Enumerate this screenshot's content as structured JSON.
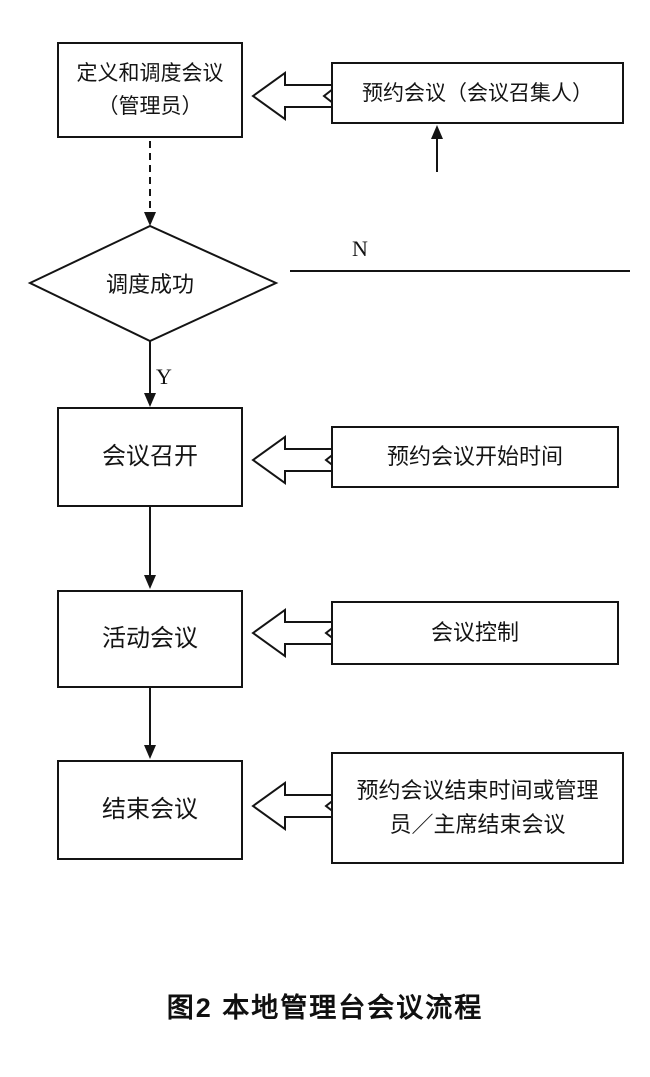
{
  "flowchart": {
    "boxes": {
      "define": {
        "line1": "定义和调度会议",
        "line2": "（管理员）"
      },
      "reserve": {
        "label": "预约会议（会议召集人）"
      },
      "convene": {
        "label": "会议召开"
      },
      "start_time": {
        "label": "预约会议开始时间"
      },
      "active": {
        "label": "活动会议"
      },
      "control": {
        "label": "会议控制"
      },
      "end": {
        "label": "结束会议"
      },
      "end_time": {
        "line1": "预约会议结束时间或管理",
        "line2": "员／主席结束会议"
      }
    },
    "decision": {
      "label": "调度成功",
      "yes": "Y",
      "no": "N"
    },
    "caption": "图2  本地管理台会议流程"
  }
}
